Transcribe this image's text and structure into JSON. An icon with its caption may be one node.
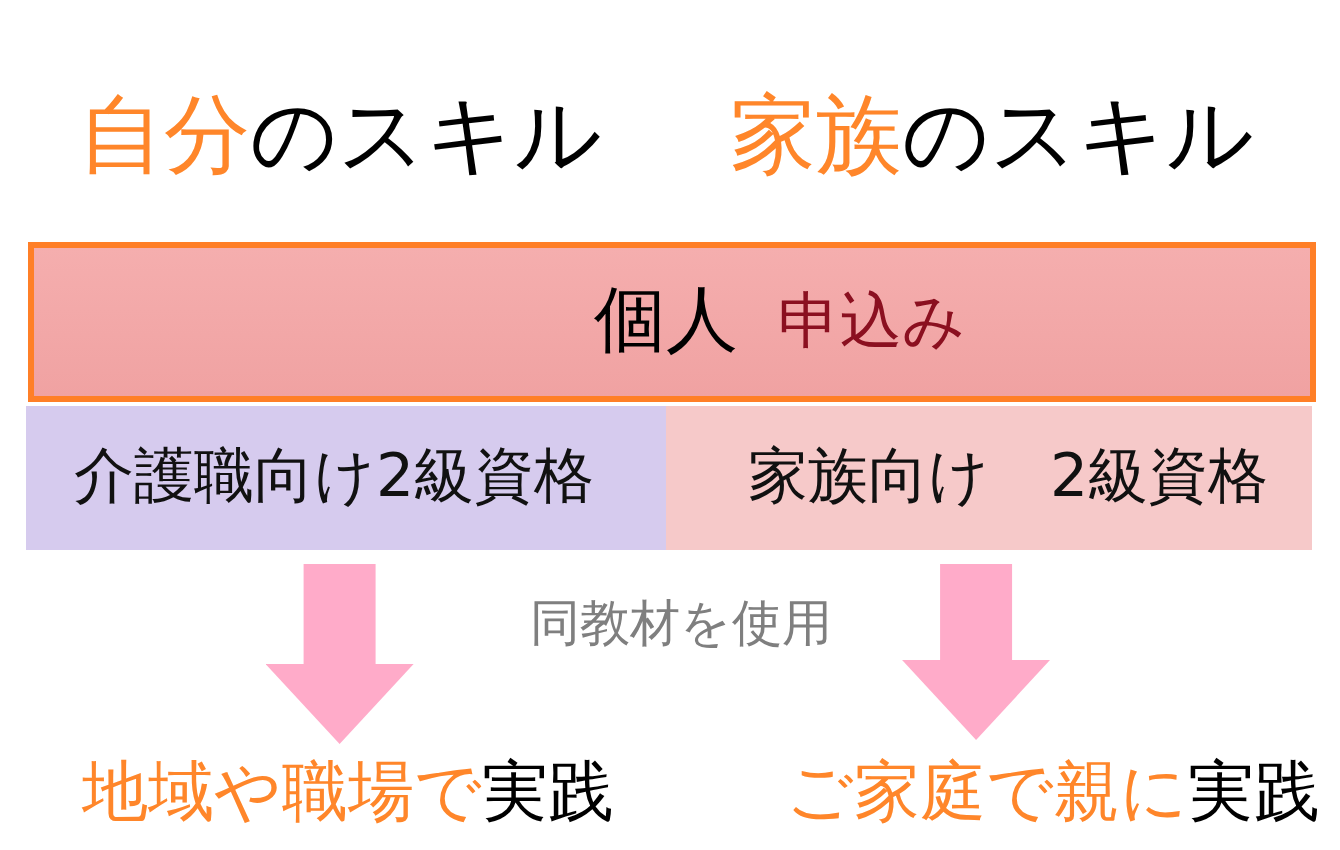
{
  "diagram": {
    "nodes": [
      {
        "text": [
          "個人",
          "申込み"
        ]
      },
      {
        "text": [
          "介護職向け2級資格"
        ]
      },
      {
        "text": [
          "家族向け　2級資格"
        ]
      },
      {
        "text": [
          "**地域や職場で**実践"
        ]
      },
      {
        "text": [
          "**ご家庭で親に**実践"
        ]
      }
    ],
    "edges": [
      {
        "from": 1,
        "to": 3,
        "arrow": "to"
      },
      {
        "from": 2,
        "to": 4,
        "arrow": "to"
      }
    ],
    "labels": [
      "**自分**のスキル",
      "**家族**のスキル",
      "同教材を使用"
    ]
  }
}
